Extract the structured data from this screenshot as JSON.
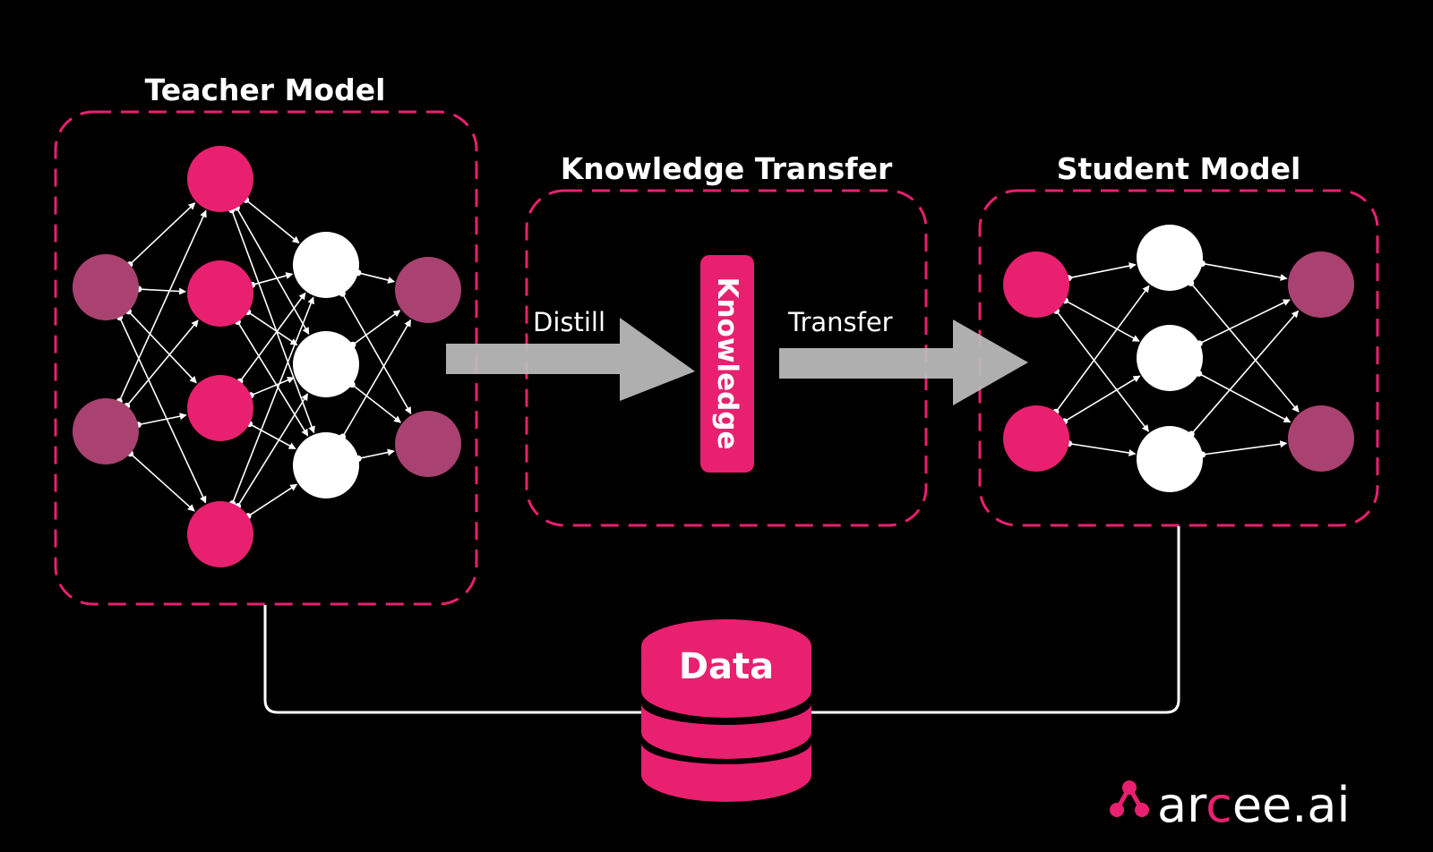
{
  "colors": {
    "background": "#000000",
    "accent": "#e8206f",
    "muted_node": "#a94270",
    "white_node": "#ffffff",
    "arrow": "#bcbcbc"
  },
  "teacher": {
    "title": "Teacher Model",
    "layers": [
      {
        "count": 2,
        "color": "muted"
      },
      {
        "count": 4,
        "color": "accent"
      },
      {
        "count": 3,
        "color": "white"
      },
      {
        "count": 2,
        "color": "muted"
      }
    ]
  },
  "transfer": {
    "title": "Knowledge Transfer",
    "distill_label": "Distill",
    "transfer_label": "Transfer",
    "knowledge_label": "Knowledge"
  },
  "student": {
    "title": "Student Model",
    "layers": [
      {
        "count": 2,
        "color": "accent"
      },
      {
        "count": 3,
        "color": "white"
      },
      {
        "count": 2,
        "color": "muted"
      }
    ]
  },
  "data_store": {
    "label": "Data"
  },
  "brand": {
    "text_prefix": "ar",
    "text_accent": "c",
    "text_suffix": "ee.ai",
    "icon": "arcee-logo-icon"
  }
}
